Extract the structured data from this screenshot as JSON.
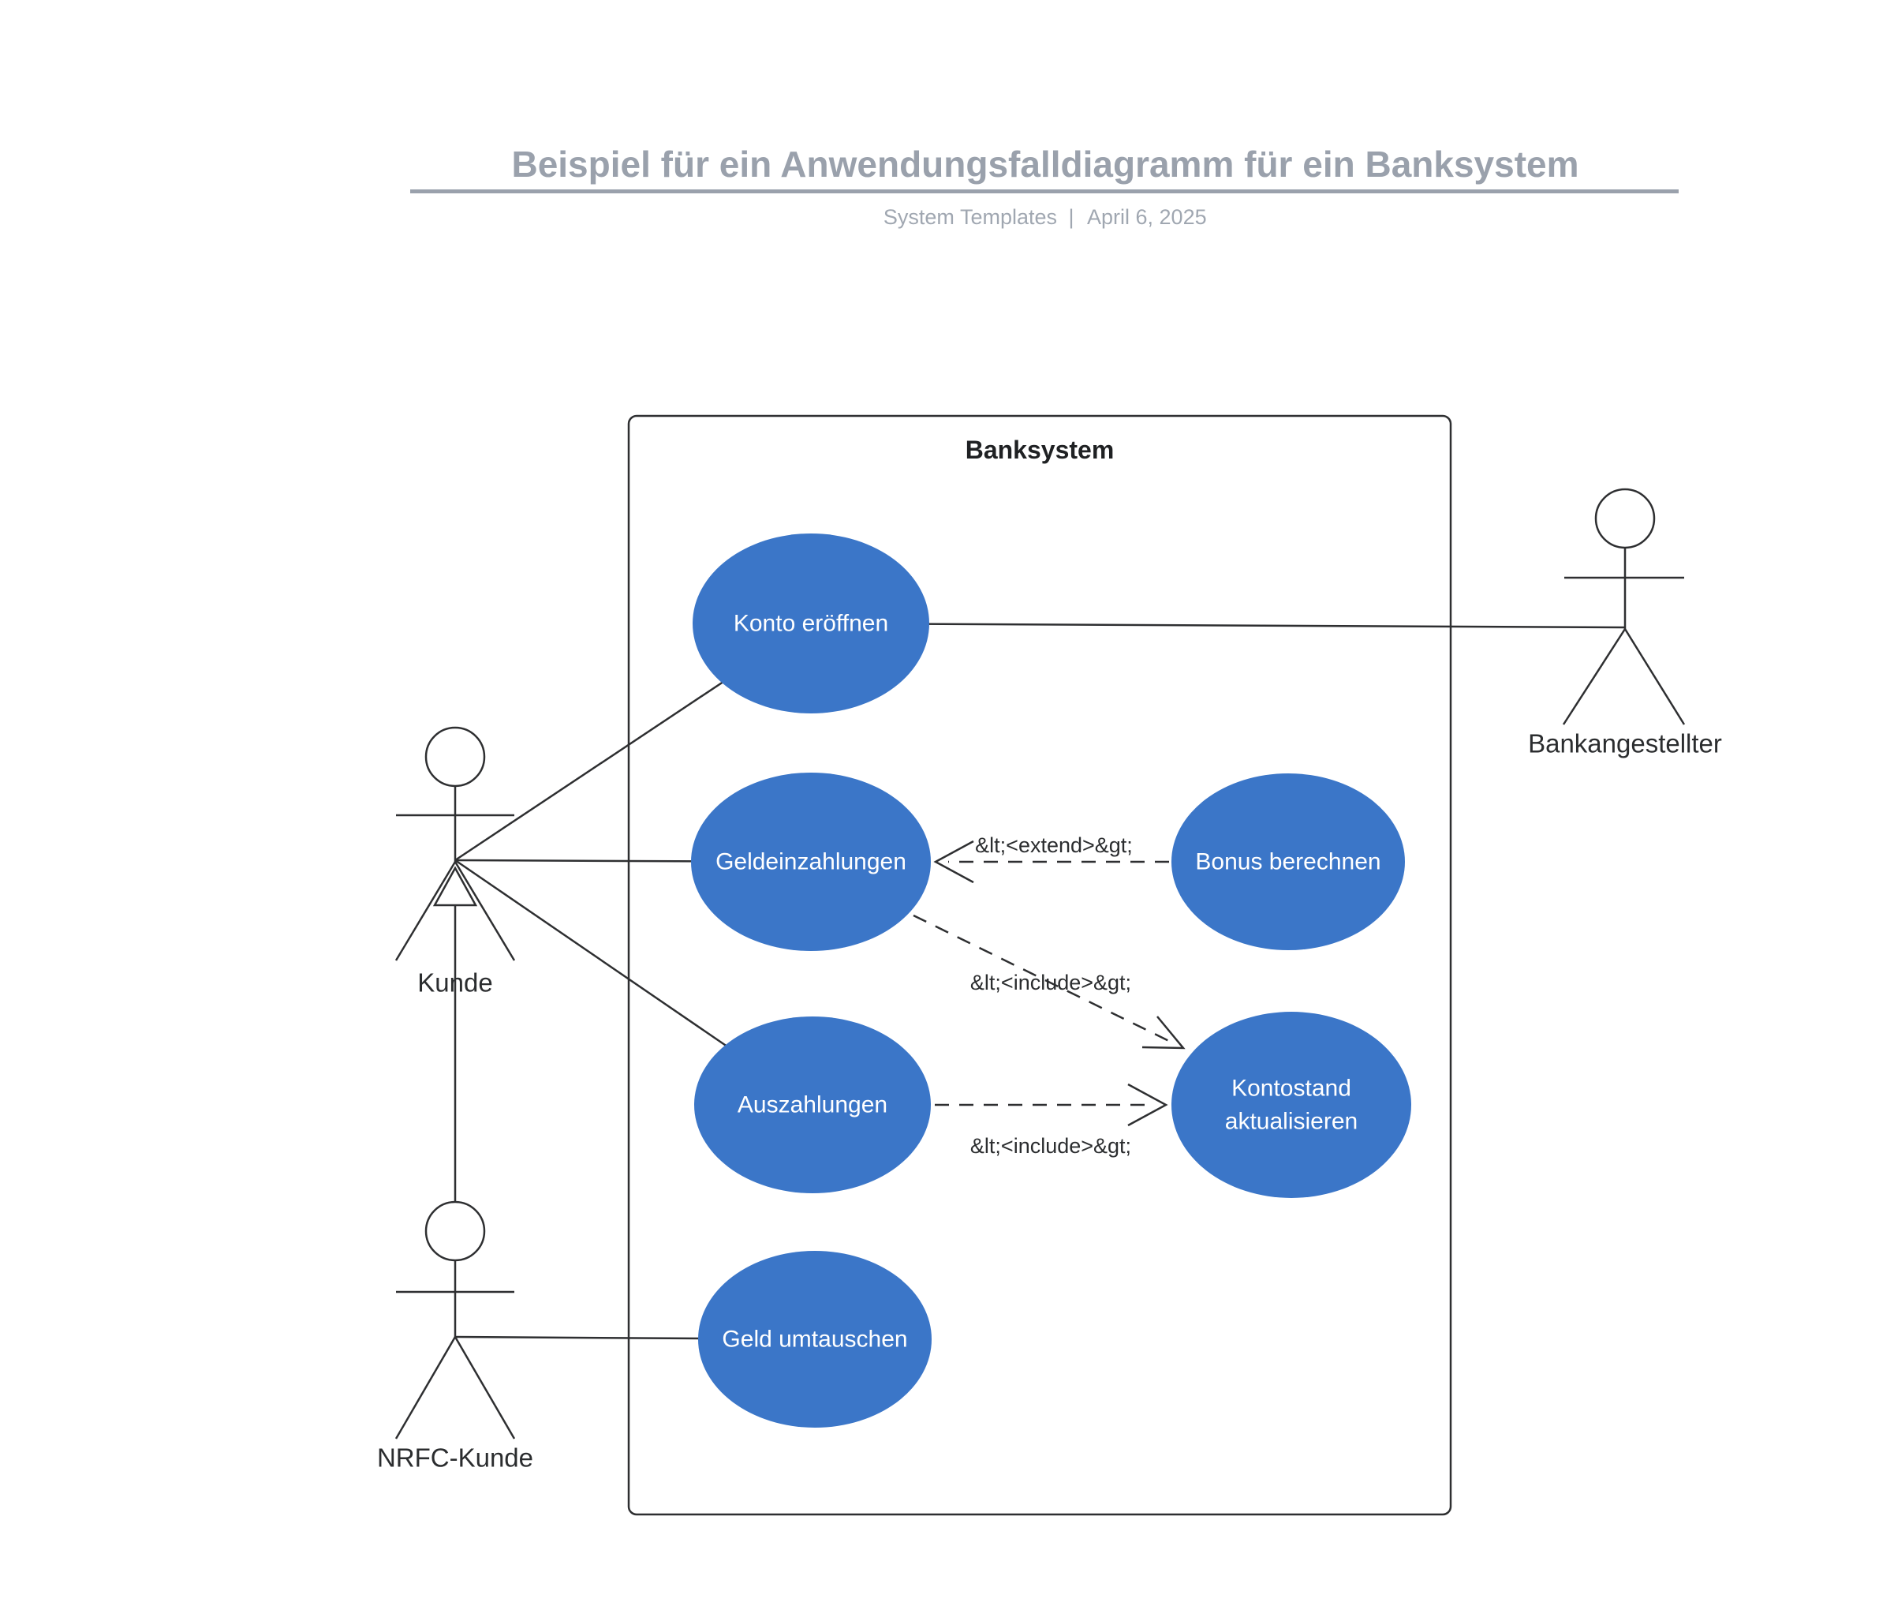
{
  "header": {
    "title": "Beispiel für ein Anwendungsfalldiagramm für ein Banksystem",
    "source": "System Templates",
    "separator": "|",
    "date": "April 6, 2025"
  },
  "system": {
    "label": "Banksystem"
  },
  "actors": [
    {
      "id": "kunde",
      "label": "Kunde"
    },
    {
      "id": "nrfc-kunde",
      "label": "NRFC-Kunde"
    },
    {
      "id": "bankangestellter",
      "label": "Bankangestellter"
    }
  ],
  "use_cases": [
    {
      "id": "konto-eroeffnen",
      "label": "Konto eröffnen"
    },
    {
      "id": "geldeinzahlungen",
      "label": "Geldeinzahlungen"
    },
    {
      "id": "auszahlungen",
      "label": "Auszahlungen"
    },
    {
      "id": "geld-umtauschen",
      "label": "Geld umtauschen"
    },
    {
      "id": "bonus-berechnen",
      "label": "Bonus berechnen"
    },
    {
      "id": "kontostand-aktualisieren",
      "label1": "Kontostand",
      "label2": "aktualisieren"
    }
  ],
  "relationships": {
    "extend_label": "&lt;<extend>&gt;",
    "include_label_geldeinzahlungen": "&lt;<include>&gt;",
    "include_label_auszahlungen": "&lt;<include>&gt;"
  },
  "colors": {
    "usecase_fill": "#3B76C8",
    "usecase_text": "#FFFFFF",
    "diagram_stroke": "#2E2F31",
    "title_gray": "#9AA1AC"
  }
}
